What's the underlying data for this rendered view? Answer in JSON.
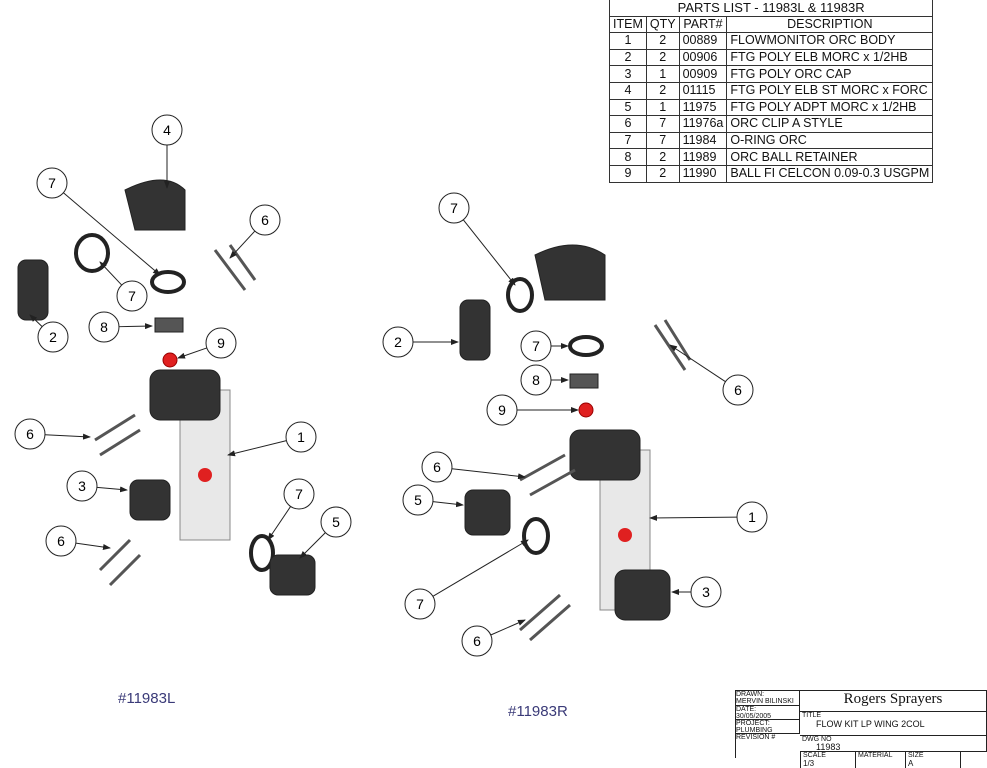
{
  "parts_list": {
    "title": "PARTS LIST - 11983L & 11983R",
    "headers": [
      "ITEM",
      "QTY",
      "PART#",
      "DESCRIPTION"
    ],
    "rows": [
      [
        "1",
        "2",
        "00889",
        "FLOWMONITOR ORC BODY"
      ],
      [
        "2",
        "2",
        "00906",
        "FTG POLY ELB MORC x 1/2HB"
      ],
      [
        "3",
        "1",
        "00909",
        "FTG POLY ORC CAP"
      ],
      [
        "4",
        "2",
        "01115",
        "FTG POLY ELB ST MORC x FORC"
      ],
      [
        "5",
        "1",
        "11975",
        "FTG POLY ADPT MORC x 1/2HB"
      ],
      [
        "6",
        "7",
        "11976a",
        "ORC CLIP A STYLE"
      ],
      [
        "7",
        "7",
        "11984",
        "O-RING ORC"
      ],
      [
        "8",
        "2",
        "11989",
        "ORC BALL RETAINER"
      ],
      [
        "9",
        "2",
        "11990",
        "BALL FI CELCON 0.09-0.3 USGPM"
      ]
    ]
  },
  "assemblies": {
    "left_label": "#11983L",
    "right_label": "#11983R"
  },
  "callouts_left": [
    "4",
    "7",
    "7",
    "6",
    "2",
    "8",
    "9",
    "6",
    "1",
    "3",
    "7",
    "5",
    "6"
  ],
  "callouts_right": [
    "7",
    "2",
    "7",
    "8",
    "6",
    "9",
    "6",
    "5",
    "1",
    "3",
    "7",
    "6"
  ],
  "title_block": {
    "drawn_label": "DRAWN:",
    "drawn": "MERVIN BILINSKI",
    "date_label": "DATE:",
    "date": "30/05/2005",
    "project_label": "PROJECT:",
    "project": "PLUMBING",
    "revision_label": "REVISION #",
    "company": "Rogers Sprayers",
    "title_label": "TITLE",
    "title": "FLOW KIT LP WING 2COL",
    "dwg_label": "DWG NO",
    "dwg": "11983",
    "scale_label": "SCALE",
    "scale": "1/3",
    "material_label": "MATERIAL",
    "size_label": "SIZE",
    "size": "A"
  },
  "colors": {
    "ball": "#e02020",
    "callout": "#222222",
    "label": "#3a3a78"
  }
}
